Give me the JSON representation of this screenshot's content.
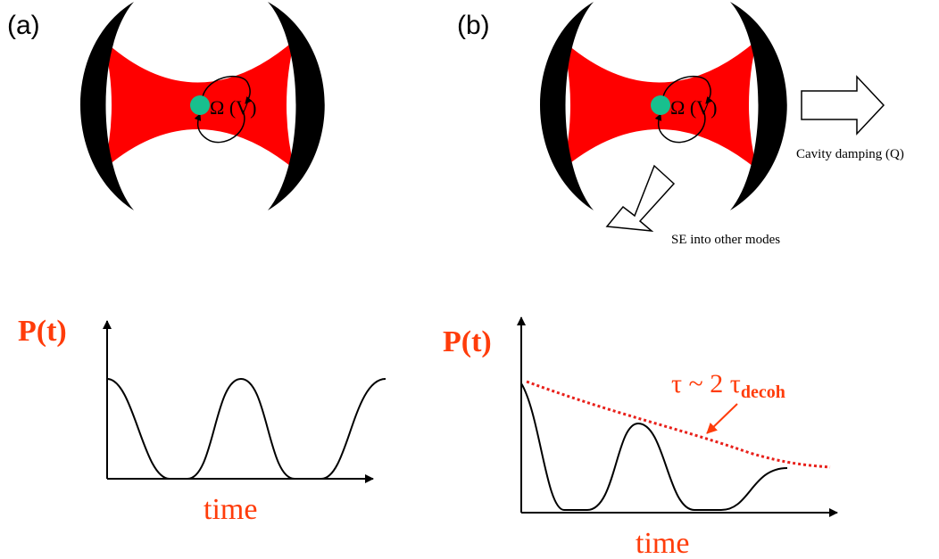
{
  "panels": [
    {
      "label": "(a)",
      "rabi_label": "Ω (V)"
    },
    {
      "label": "(b)",
      "rabi_label": "Ω (V)",
      "cavity_damping": "Cavity damping (Q)",
      "se_label": "SE into other modes"
    }
  ],
  "plots": [
    {
      "ylabel": "P(t)",
      "xlabel": "time"
    },
    {
      "ylabel": "P(t)",
      "xlabel": "time",
      "annotation": {
        "tau": "τ ~ 2 τ",
        "sub": "decoh"
      }
    }
  ],
  "colors": {
    "mode": "#ff0000",
    "atom": "#18c08e",
    "label": "#ff3c0a",
    "envelope": "#e8201a",
    "mirror": "#000000"
  }
}
